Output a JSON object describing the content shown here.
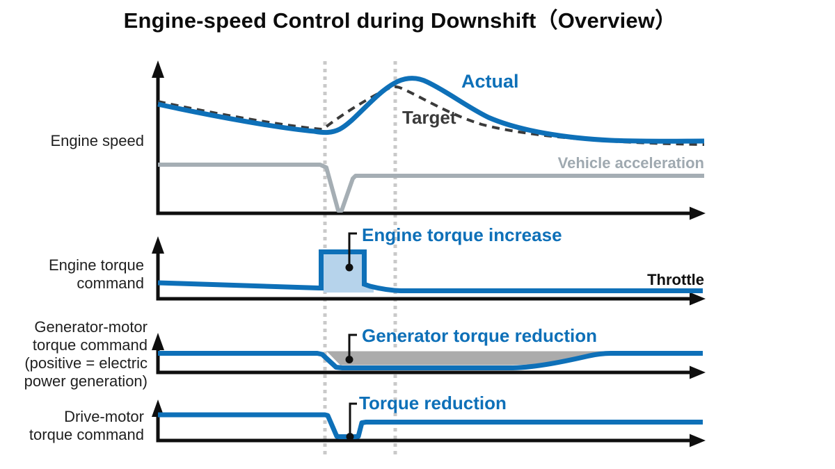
{
  "title": "Engine-speed Control during Downshift（Overview）",
  "colors": {
    "accent_blue": "#0e70b8",
    "light_blue_fill": "#b6d3eb",
    "target_dark_gray": "#3a3a3a",
    "generator_gray_fill": "#ababab",
    "vehicle_accel_gray": "#a5aeb4",
    "dotted_guide_gray": "#c9c9c9",
    "axis_black": "#0f0f0f"
  },
  "panels": {
    "engine_speed": {
      "axis_label": "Engine speed",
      "series": {
        "actual": "Actual",
        "target": "Target",
        "vehicle_acceleration": "Vehicle acceleration"
      }
    },
    "engine_torque": {
      "axis_label": [
        "Engine torque",
        "command"
      ],
      "annotation": "Engine torque increase",
      "x_end_label": "Throttle"
    },
    "generator_motor": {
      "axis_label": [
        "Generator-motor",
        "torque command",
        "(positive = electric",
        "power generation)"
      ],
      "annotation": "Generator torque reduction"
    },
    "drive_motor": {
      "axis_label": [
        "Drive-motor",
        "torque command"
      ],
      "annotation": "Torque reduction"
    }
  }
}
